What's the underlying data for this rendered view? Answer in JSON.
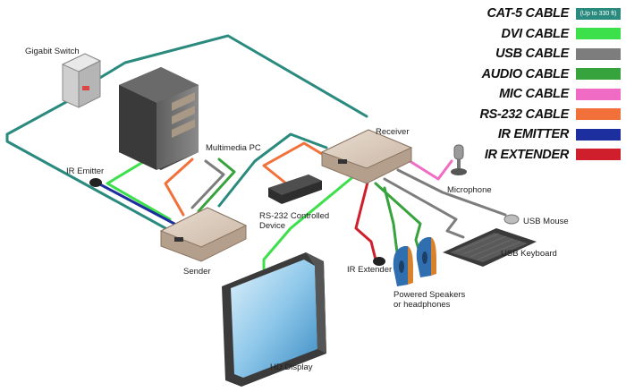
{
  "legend": {
    "items": [
      {
        "label": "CAT-5 CABLE",
        "color": "#2a8a7e",
        "note": "(Up to 330 ft)"
      },
      {
        "label": "DVI CABLE",
        "color": "#3be04a"
      },
      {
        "label": "USB CABLE",
        "color": "#7d7d7d"
      },
      {
        "label": "AUDIO CABLE",
        "color": "#36a33c"
      },
      {
        "label": "MIC CABLE",
        "color": "#f06cc4"
      },
      {
        "label": "RS-232 CABLE",
        "color": "#f2703a"
      },
      {
        "label": "IR EMITTER",
        "color": "#1d2f9e"
      },
      {
        "label": "IR EXTENDER",
        "color": "#d01f2c"
      }
    ]
  },
  "devices": {
    "gigabit_switch": "Gigabit Switch",
    "multimedia_pc": "Multimedia PC",
    "receiver": "Receiver",
    "ir_emitter": "IR Emitter",
    "microphone": "Microphone",
    "rs232_device_line1": "RS-232 Controlled",
    "rs232_device_line2": "Device",
    "usb_mouse": "USB Mouse",
    "usb_keyboard": "USB Keyboard",
    "sender": "Sender",
    "ir_extender": "IR Extender",
    "speakers_line1": "Powered Speakers",
    "speakers_line2": "or headphones",
    "hd_display": "HD Display"
  },
  "icons": {
    "switch": "network-switch-icon",
    "pc": "desktop-tower-icon",
    "receiver": "receiver-box-icon",
    "sender": "sender-box-icon",
    "microphone": "microphone-icon",
    "mouse": "mouse-icon",
    "keyboard": "keyboard-icon",
    "speakers": "speaker-icon",
    "display": "monitor-icon",
    "ir_emitter": "ir-emitter-icon",
    "ir_extender": "ir-extender-icon",
    "rs232_device": "serial-device-icon"
  }
}
